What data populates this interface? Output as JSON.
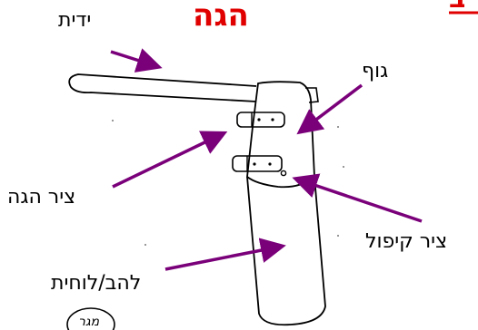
{
  "title": "הגה",
  "corner_mark": "ב",
  "labels": {
    "handle": "ידית",
    "body": "גוף",
    "hinge_axis": "ציר הגה",
    "fold_axis": "ציר קיפול",
    "blade": "להב/לוחית"
  },
  "logo_text": "מגר",
  "colors": {
    "title": "#e00000",
    "arrow": "#7a007a",
    "line": "#000000"
  }
}
